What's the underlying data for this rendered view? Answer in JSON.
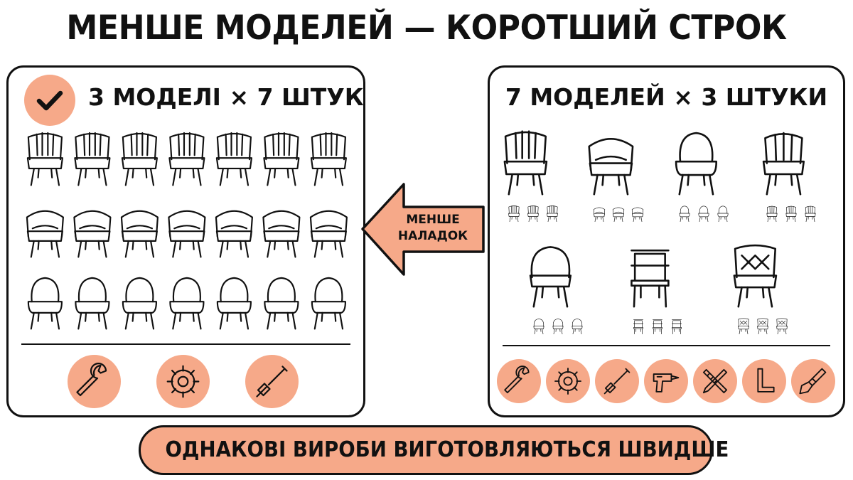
{
  "title": "МЕНШЕ МОДЕЛЕЙ — КОРОТШИЙ СТРОК",
  "left_panel": {
    "heading": "3 МОДЕЛІ × 7 ШТУК",
    "check_icon": "checkmark-icon",
    "rows": [
      {
        "model": "wingback-channel-chair",
        "count": 7
      },
      {
        "model": "tub-armchair",
        "count": 7
      },
      {
        "model": "round-back-chair",
        "count": 7
      }
    ],
    "tools": [
      "wrench-icon",
      "gear-icon",
      "screwdriver-icon"
    ]
  },
  "right_panel": {
    "heading": "7 МОДЕЛЕЙ × 3 ШТУКИ",
    "models": [
      {
        "model": "wingback-channel-chair",
        "small_count": 3
      },
      {
        "model": "tub-armchair",
        "small_count": 3
      },
      {
        "model": "round-back-chair",
        "small_count": 3
      },
      {
        "model": "channel-back-chair",
        "small_count": 3
      },
      {
        "model": "scoop-chair",
        "small_count": 3
      },
      {
        "model": "wooden-armchair",
        "small_count": 3
      },
      {
        "model": "tufted-chair",
        "small_count": 3
      }
    ],
    "tools": [
      "wrench-icon",
      "gear-icon",
      "screwdriver-icon",
      "drill-icon",
      "ruler-pencil-icon",
      "hex-key-icon",
      "paint-brush-icon"
    ]
  },
  "arrow": {
    "label_line1": "МЕНШЕ",
    "label_line2": "НАЛАДОК",
    "direction": "left"
  },
  "banner": "ОДНАКОВІ ВИРОБИ ВИГОТОВЛЯЮТЬСЯ ШВИДШЕ",
  "colors": {
    "accent": "#f6a989",
    "ink": "#111111",
    "background": "#ffffff"
  }
}
